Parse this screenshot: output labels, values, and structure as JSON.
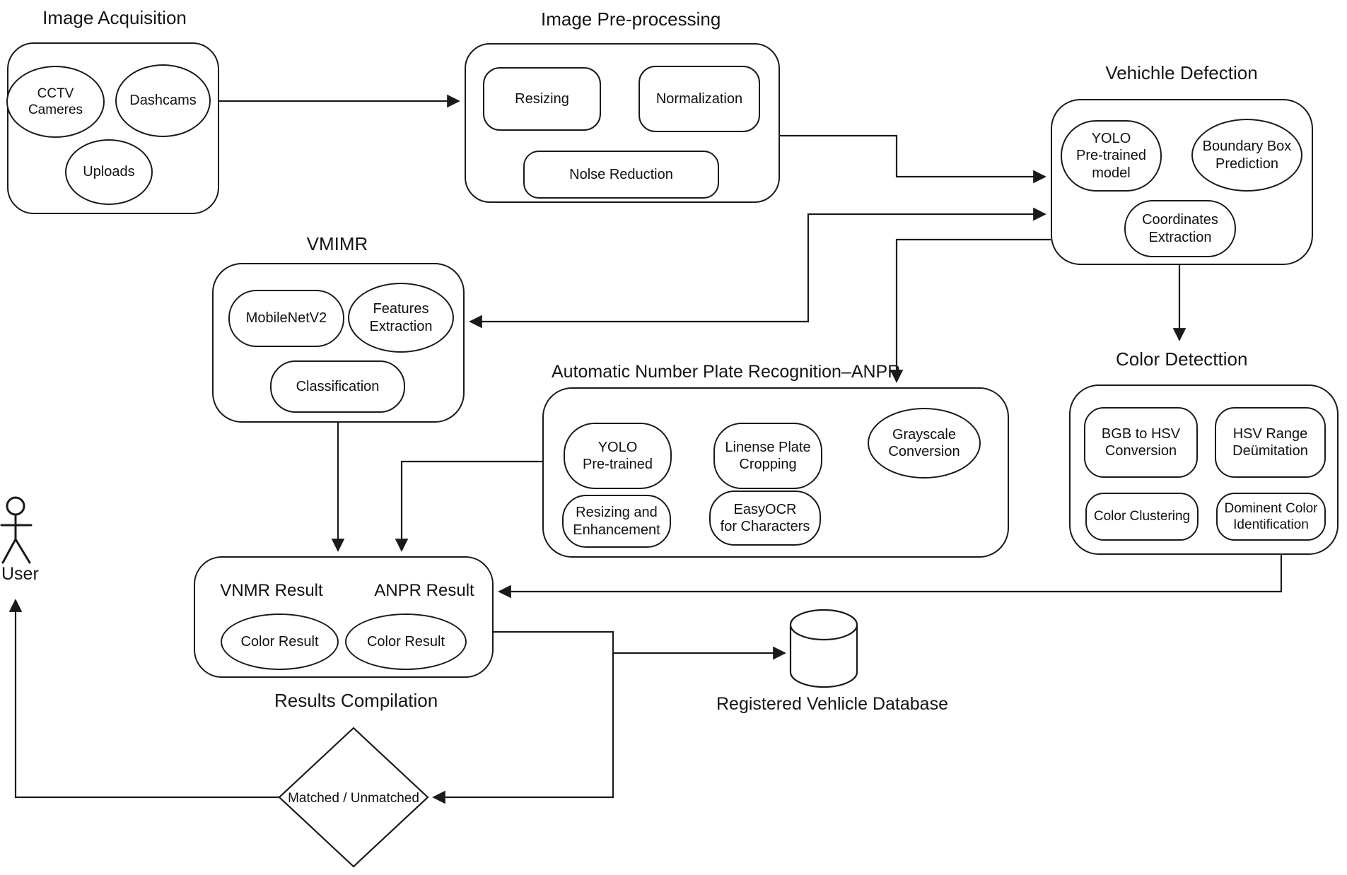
{
  "titles": {
    "image_acquisition": "Image Acquisition",
    "image_preprocessing": "Image Pre-processing",
    "vehicle_detection": "Vehichle Defection",
    "vmimr": "VMIMR",
    "anpr": "Automatic Number Plate Recognition–ANPR",
    "color_detection": "Color Detecttion",
    "results_compilation": "Results Compilation",
    "database": "Registered Vehlicle Database",
    "user": "User"
  },
  "nodes": {
    "cctv": "CCTV Cameres",
    "dashcams": "Dashcams",
    "uploads": "Uploads",
    "resizing": "Resizing",
    "normalization": "Normalization",
    "noise_reduction": "Nolse Reduction",
    "yolo_model": "YOLO\nPre-trained\nmodel",
    "boundary_box": "Boundary Box\nPrediction",
    "coordinates": "Coordinates\nExtraction",
    "mobilenet": "MobileNetV2",
    "features_extraction": "Features\nExtraction",
    "classification": "Classification",
    "yolo_pretrained": "YOLO\nPre-trained",
    "linense_plate": "Linense Plate\nCropping",
    "grayscale": "Grayscale\nConversion",
    "resizing_enhancement": "Resizing and\nEnhancement",
    "easyocr": "EasyOCR\nfor Characters",
    "bgb_hsv": "BGB to HSV\nConversion",
    "hsv_range": "HSV Range\nDeümitation",
    "color_clustering": "Color Clustering",
    "dominent_color": "Dominent Color\nIdentification",
    "vnmr_result": "VNMR Result",
    "anpr_result": "ANPR Result",
    "color_result_1": "Color Result",
    "color_result_2": "Color Result",
    "matched_unmatched": "Matched / Unmatched"
  },
  "colors": {
    "line": "#1a1a1a",
    "background": "#ffffff"
  }
}
